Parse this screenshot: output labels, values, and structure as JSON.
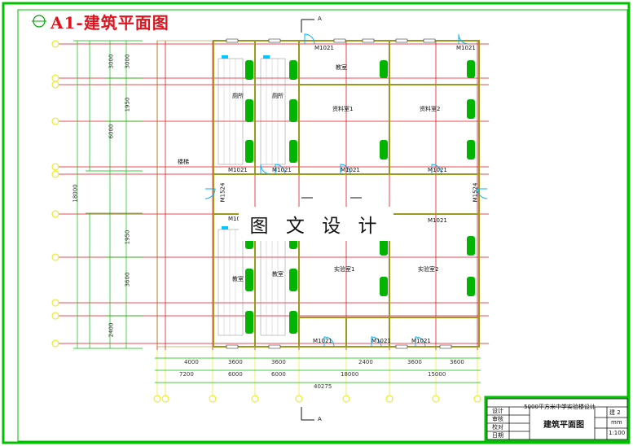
{
  "header": {
    "title": "A1-建筑平面图"
  },
  "watermark": {
    "text": "图 文 设 计"
  },
  "colors": {
    "frame": "#00c000",
    "axis": "#e0141e",
    "wall": "#9a9a1e",
    "door": "#00b0ff",
    "dim": "#00c000",
    "fixture": "#00b400",
    "text": "#111111"
  },
  "rooms": [
    {
      "id": "r1",
      "label": "厕所"
    },
    {
      "id": "r2",
      "label": "厕所"
    },
    {
      "id": "r3",
      "label": "资料室1"
    },
    {
      "id": "r4",
      "label": "资料室2"
    },
    {
      "id": "r5",
      "label": "楼梯"
    },
    {
      "id": "r6",
      "label": "教室"
    },
    {
      "id": "r7",
      "label": "实验室1"
    },
    {
      "id": "r8",
      "label": "实验室2"
    },
    {
      "id": "r9",
      "label": "教室"
    },
    {
      "id": "r10",
      "label": "教室"
    }
  ],
  "doors": {
    "top1": "M1021",
    "top2": "M1021",
    "mid1": "M1021",
    "mid2": "M1021",
    "mid3": "M1021",
    "mid4": "M1021",
    "low1": "M1021",
    "bot1": "M1021",
    "bot2": "M1021",
    "bot3": "M1021",
    "side_left": "M1524",
    "side_right": "M1524",
    "left_low": "M1021"
  },
  "dimensions": {
    "left": [
      "3000",
      "3000",
      "1950",
      "6000",
      "1950",
      "3600",
      "2400"
    ],
    "left_total": "18000",
    "bottom_row1": [
      "4000",
      "3600",
      "3600",
      "2400",
      "3600",
      "3600"
    ],
    "bottom_row2": [
      "7200",
      "6000",
      "6000",
      "18000",
      "15000"
    ],
    "bottom_total": "40275"
  },
  "section_marks": {
    "top": "A",
    "bottom": "A"
  },
  "title_block": {
    "project": "5000平方米中学实验楼设计",
    "drawing_title": "建筑平面图",
    "sheet_no": "建 2",
    "unit": "mm",
    "scale": "1:100",
    "left_labels": [
      "设计",
      "审核",
      "校对",
      "日期"
    ]
  }
}
